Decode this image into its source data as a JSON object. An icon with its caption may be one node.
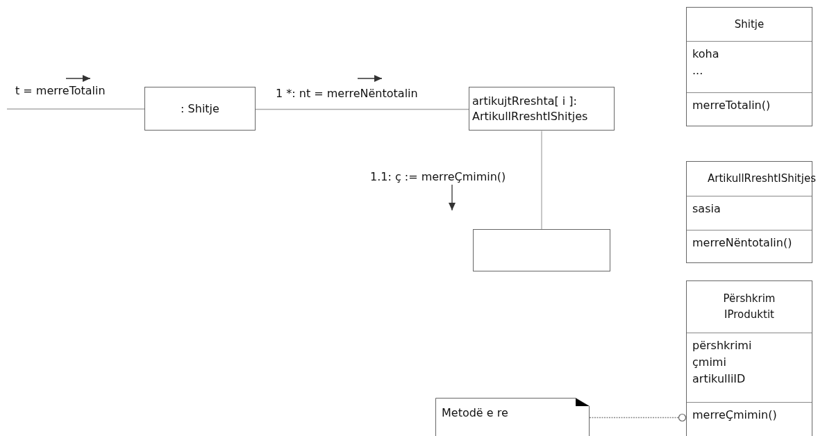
{
  "diagram": {
    "nodes": [
      {
        "text": [
          ": Shitje"
        ]
      },
      {
        "text": [
          "artikujtRreshta[ i ]: ArtikullRreshtIShitjes"
        ]
      },
      {
        "text": [],
        "shape": "box"
      },
      {
        "text": [
          "Shitje",
          "koha ...",
          "merreTotalin()"
        ]
      },
      {
        "text": [
          "ArtikullRreshtIShitjes",
          "sasia",
          "merreNëntotalin()"
        ]
      },
      {
        "text": [
          "Përshkrim IProduktit",
          "përshkrimi çmimi artikulliID",
          "merreÇmimin()"
        ]
      },
      {
        "text": [
          "Metodë e re"
        ]
      }
    ],
    "edges": [
      {
        "from": null,
        "to": 0,
        "arrow": "none",
        "label": "t = merreTotalin"
      },
      {
        "from": 0,
        "to": 1,
        "arrow": "none",
        "label": "1 *: nt = merreNëntotalin"
      },
      {
        "from": 1,
        "to": 2,
        "arrow": "none",
        "label": "1.1: ç := merreÇmimin()"
      },
      {
        "from": 6,
        "to": 5,
        "arrow": "other",
        "style": "dashed"
      }
    ]
  }
}
